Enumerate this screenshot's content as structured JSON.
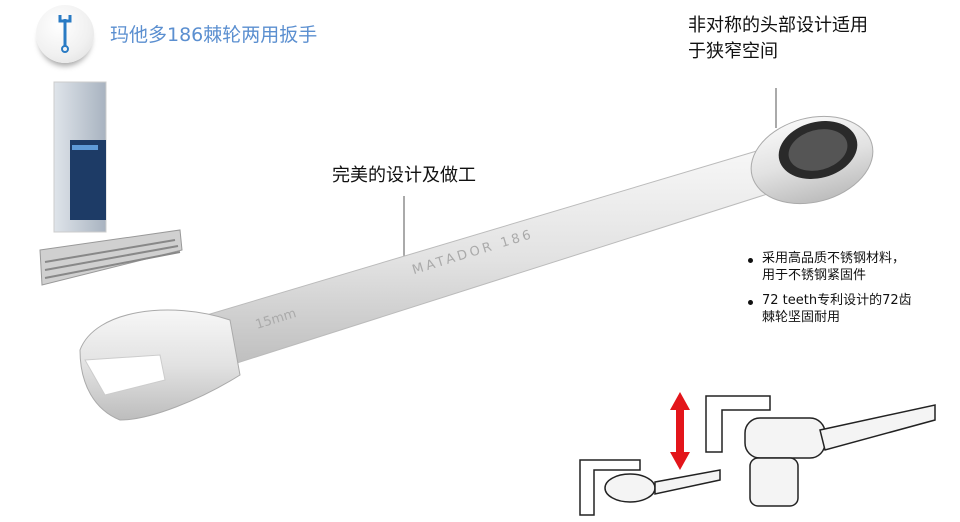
{
  "header": {
    "title": "玛他多186棘轮两用扳手",
    "icon": "wrench-icon"
  },
  "callouts": {
    "head": [
      "非对称的头部设计适用",
      "于狭窄空间"
    ],
    "design": "完美的设计及做工"
  },
  "features": [
    {
      "line1": "采用高品质不锈钢材料，",
      "line2": "用于不锈钢紧固件"
    },
    {
      "line1": "72 teeth专利设计的72齿",
      "line2": "棘轮坚固耐用"
    }
  ],
  "wrench": {
    "brand": "MATADOR 186",
    "size": "15mm"
  },
  "colors": {
    "title": "#5b8fd0",
    "arrow": "#e3151a"
  }
}
